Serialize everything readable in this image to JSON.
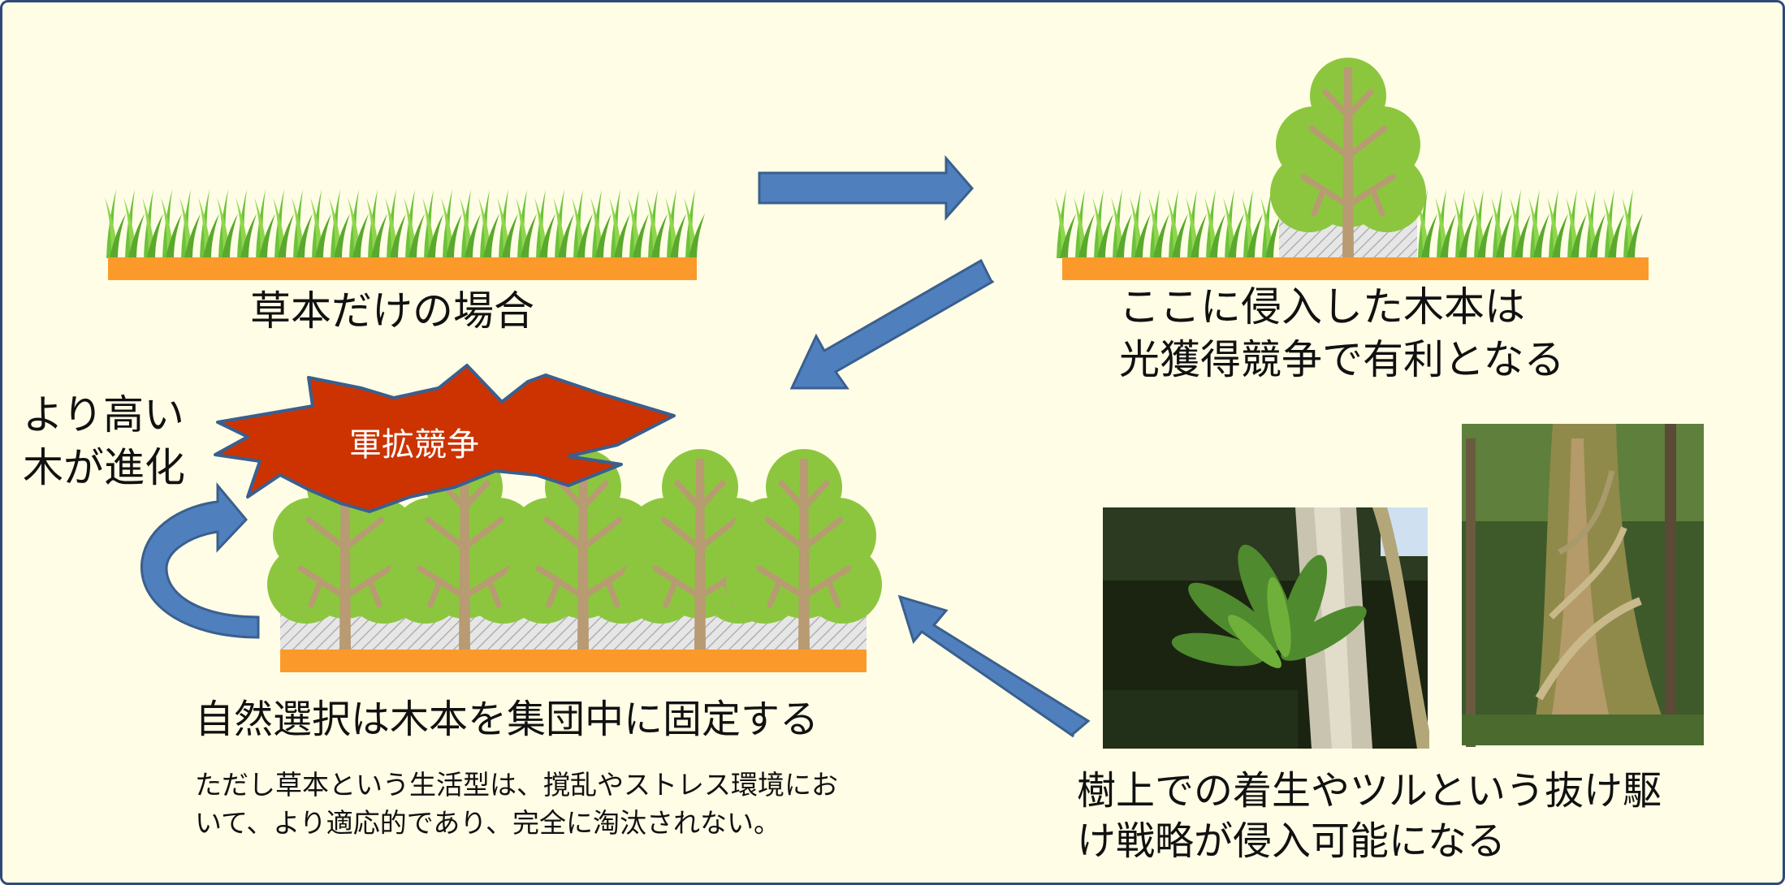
{
  "labels": {
    "herbs_only": "草本だけの場合",
    "invading_tree_line1": "ここに侵入した木本は",
    "invading_tree_line2": "光獲得競争で有利となる",
    "taller_trees_line1": "より高い",
    "taller_trees_line2": "木が進化",
    "arms_race": "軍拡競争",
    "selection_fixes": "自然選択は木本を集団中に固定する",
    "caveat_line1": "ただし草本という生活型は、撹乱やストレス環境にお",
    "caveat_line2": "いて、より適応的であり、完全に淘汰されない。",
    "epiphyte_line1": "樹上での着生やツルという抜け駆",
    "epiphyte_line2": "け戦略が侵入可能になる"
  },
  "colors": {
    "frame_border": "#2f4a7a",
    "frame_fill": "#fffde6",
    "ground": "#fb9a2b",
    "arrow_fill": "#4f80bd",
    "arrow_stroke": "#3a5f8f",
    "tree_crown": "#8cc63f",
    "tree_trunk": "#b89a73",
    "star_fill": "#cc3300",
    "star_stroke": "#3a5f8f"
  },
  "icons": {
    "grass": "grass-icon",
    "tree": "tree-icon",
    "arrow": "arrow-icon",
    "explosion": "explosion-icon",
    "cycle": "cycle-arrow-icon"
  }
}
